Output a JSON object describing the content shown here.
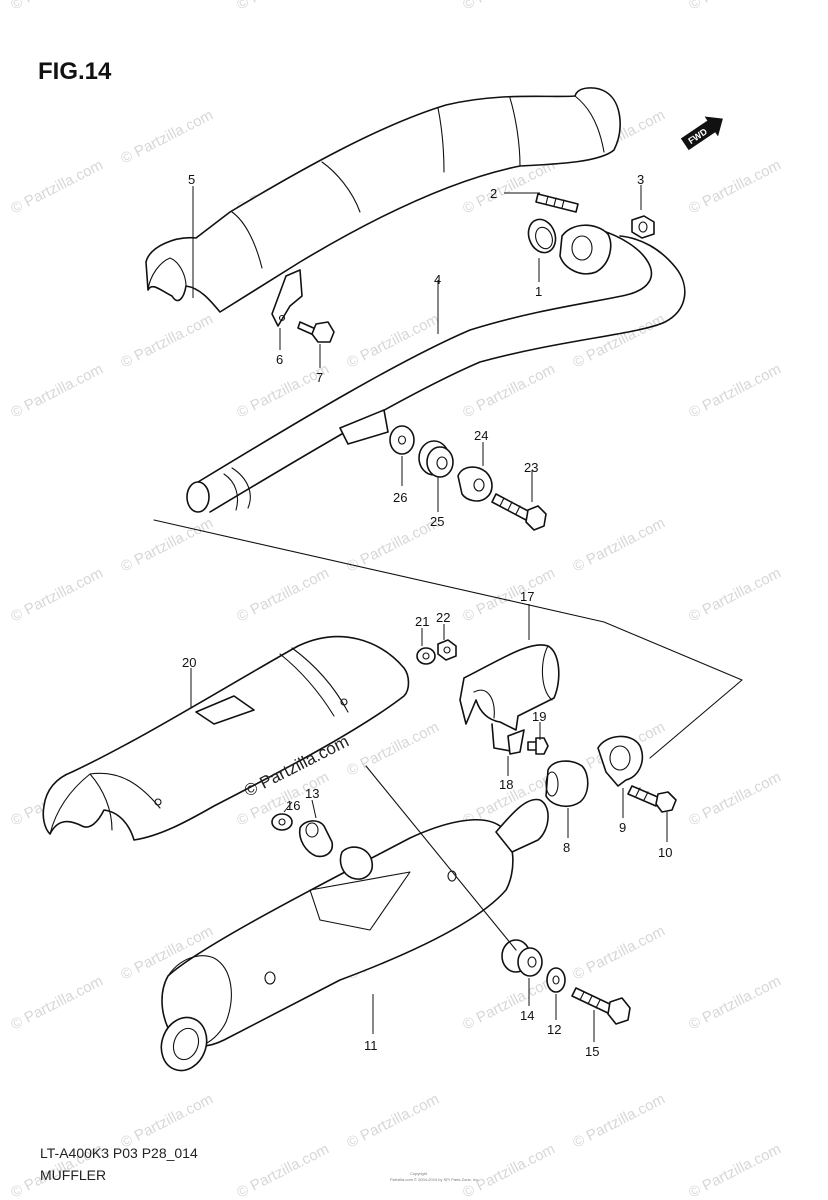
{
  "figure": {
    "title": "FIG.14",
    "model_code": "LT-A400K3 P03 P28_014",
    "section_name": "MUFFLER",
    "forward_arrow_text": "FWD",
    "copyright_line_1": "Copyright",
    "copyright_line_2": "Partzilla.com © 2004-2019 by SPI Parts Zone, Inc."
  },
  "watermark": {
    "text": "© Partzilla.com",
    "emphasized_text": "© Partzilla.com"
  },
  "callouts": [
    {
      "id": "1",
      "label": "1"
    },
    {
      "id": "2",
      "label": "2"
    },
    {
      "id": "3",
      "label": "3"
    },
    {
      "id": "4",
      "label": "4"
    },
    {
      "id": "5",
      "label": "5"
    },
    {
      "id": "6",
      "label": "6"
    },
    {
      "id": "7",
      "label": "7"
    },
    {
      "id": "8",
      "label": "8"
    },
    {
      "id": "9",
      "label": "9"
    },
    {
      "id": "10",
      "label": "10"
    },
    {
      "id": "11",
      "label": "11"
    },
    {
      "id": "12",
      "label": "12"
    },
    {
      "id": "13",
      "label": "13"
    },
    {
      "id": "14",
      "label": "14"
    },
    {
      "id": "15",
      "label": "15"
    },
    {
      "id": "16",
      "label": "16"
    },
    {
      "id": "17",
      "label": "17"
    },
    {
      "id": "18",
      "label": "18"
    },
    {
      "id": "19",
      "label": "19"
    },
    {
      "id": "20",
      "label": "20"
    },
    {
      "id": "21",
      "label": "21"
    },
    {
      "id": "22",
      "label": "22"
    },
    {
      "id": "23",
      "label": "23"
    },
    {
      "id": "24",
      "label": "24"
    },
    {
      "id": "25",
      "label": "25"
    },
    {
      "id": "26",
      "label": "26"
    }
  ]
}
